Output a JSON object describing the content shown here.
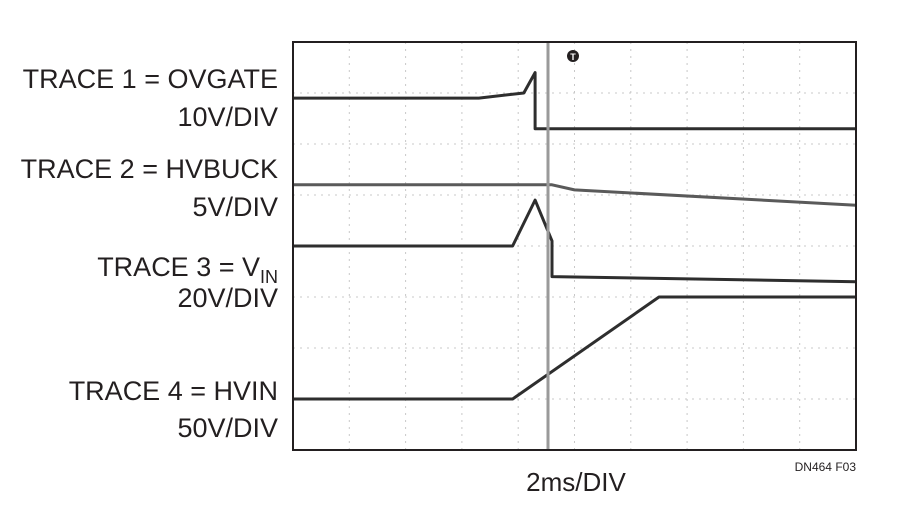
{
  "chart_data": {
    "type": "line",
    "title": "",
    "xlabel": "2ms/DIV",
    "figure_id": "DN464 F03",
    "x_divisions": 10,
    "y_divisions": 8,
    "grid": true,
    "trigger_marker": "T",
    "x_unit": "div",
    "y_unit": "div",
    "series": [
      {
        "label_prefix": "TRACE 1 = OVGATE",
        "label_sub": "",
        "scale": "10V/DIV",
        "color": "#2e2e2e",
        "x": [
          0,
          3.3,
          4.1,
          4.3,
          4.3,
          10
        ],
        "y": [
          6.9,
          6.9,
          7.0,
          7.4,
          6.3,
          6.3
        ]
      },
      {
        "label_prefix": "TRACE 2 = HVBUCK",
        "label_sub": "",
        "scale": "5V/DIV",
        "color": "#5a5a5a",
        "x": [
          0,
          4.6,
          5.0,
          10
        ],
        "y": [
          5.2,
          5.2,
          5.1,
          4.8
        ]
      },
      {
        "label_prefix": "TRACE 3 = V",
        "label_sub": "IN",
        "scale": "20V/DIV",
        "color": "#2e2e2e",
        "x": [
          0,
          3.9,
          4.3,
          4.6,
          4.6,
          10
        ],
        "y": [
          4.0,
          4.0,
          4.9,
          4.1,
          3.4,
          3.3
        ]
      },
      {
        "label_prefix": "TRACE 4 = HVIN",
        "label_sub": "",
        "scale": "50V/DIV",
        "color": "#2e2e2e",
        "x": [
          0,
          3.9,
          6.5,
          10
        ],
        "y": [
          1.0,
          1.0,
          3.0,
          3.0
        ]
      }
    ]
  }
}
